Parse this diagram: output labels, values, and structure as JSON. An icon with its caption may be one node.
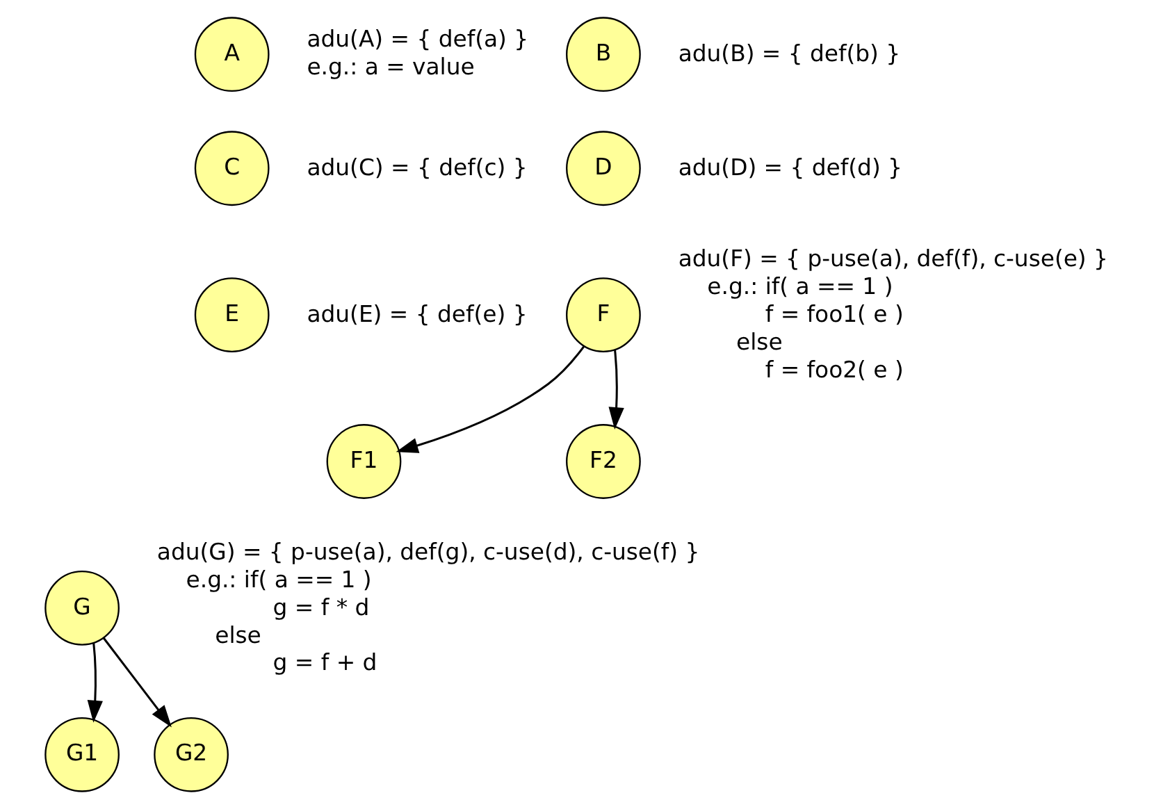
{
  "diagram": {
    "nodes": [
      {
        "text": [
          "A"
        ],
        "beside": [
          "adu(A) = { def(a) }",
          "e.g.: a = value"
        ]
      },
      {
        "text": [
          "B"
        ],
        "beside": [
          "adu(B) = { def(b) }"
        ]
      },
      {
        "text": [
          "C"
        ],
        "beside": [
          "adu(C) = { def(c) }"
        ]
      },
      {
        "text": [
          "D"
        ],
        "beside": [
          "adu(D) = { def(d) }"
        ]
      },
      {
        "text": [
          "E"
        ],
        "beside": [
          "adu(E) = { def(e) }"
        ]
      },
      {
        "text": [
          "F"
        ],
        "beside": [
          "adu(F) = { p-use(a), def(f), c-use(e) }",
          "e.g.: if( a == 1 )",
          "f = foo1( e )",
          "else",
          "f = foo2( e )"
        ]
      },
      {
        "text": [
          "F1"
        ]
      },
      {
        "text": [
          "F2"
        ]
      },
      {
        "text": [
          "G"
        ],
        "beside": [
          "adu(G) = { p-use(a), def(g), c-use(d), c-use(f) }",
          "e.g.: if( a == 1 )",
          "g = f * d",
          "else",
          "g = f + d"
        ]
      },
      {
        "text": [
          "G1"
        ]
      },
      {
        "text": [
          "G2"
        ]
      }
    ],
    "edges": [
      {
        "from": 5,
        "to": 6,
        "arrow": "to"
      },
      {
        "from": 5,
        "to": 7,
        "arrow": "to"
      },
      {
        "from": 8,
        "to": 9,
        "arrow": "to"
      },
      {
        "from": 8,
        "to": 10,
        "arrow": "to"
      }
    ]
  }
}
